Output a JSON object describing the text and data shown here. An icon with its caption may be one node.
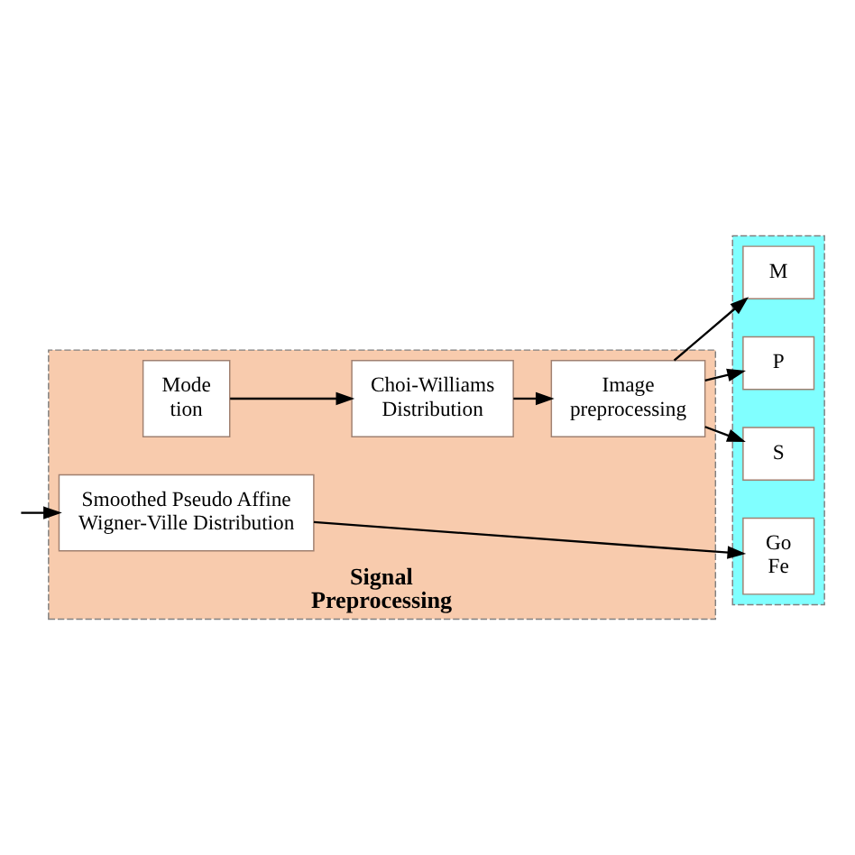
{
  "diagram": {
    "nodes": [
      {
        "text": [
          "Signal Preprocessing"
        ]
      },
      {
        "text": [
          "Smoothed Pseudo Affine Wigner-Ville Distribution"
        ],
        "in": 0
      },
      {
        "text": [
          "Mode tion"
        ],
        "in": 0
      },
      {
        "text": [
          "Choi-Williams Distribution"
        ],
        "in": 0
      },
      {
        "text": [
          "Image preprocessing"
        ],
        "in": 0
      },
      {
        "text": [],
        "shape": "box"
      },
      {
        "text": [
          "Go Fe"
        ],
        "in": 5
      },
      {
        "text": [
          "P"
        ],
        "in": 5
      },
      {
        "text": [
          "S"
        ],
        "in": 5
      },
      {
        "text": [
          "M"
        ],
        "in": 5
      }
    ],
    "edges": [
      {
        "from": null,
        "to": 1,
        "arrow": "to"
      },
      {
        "from": 1,
        "to": 6,
        "arrow": "to"
      },
      {
        "from": 2,
        "to": 3,
        "arrow": "to"
      },
      {
        "from": 3,
        "to": 4,
        "arrow": "to"
      },
      {
        "from": 4,
        "to": 7,
        "arrow": "to"
      },
      {
        "from": 4,
        "to": 8,
        "arrow": "to"
      },
      {
        "from": 4,
        "to": 9,
        "arrow": "to"
      }
    ]
  }
}
